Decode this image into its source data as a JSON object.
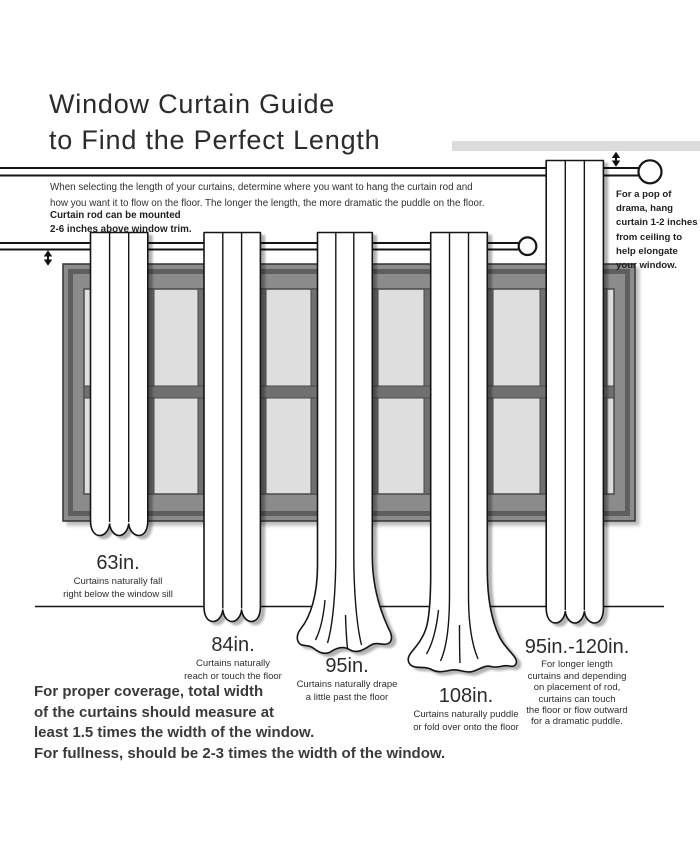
{
  "title": "Window Curtain Guide\nto Find the Perfect Length",
  "intro": "When selecting the length of your curtains, determine where you want to hang the curtain rod and\nhow you want it to flow on the floor. The longer the length, the more dramatic the puddle on the floor.",
  "rod_note": "Curtain rod can be mounted\n2-6 inches above window trim.",
  "ceiling_note": "For a pop of\ndrama, hang\ncurtain 1-2 inches\nfrom ceiling to\nhelp elongate\nyour window.",
  "footer_note": "For proper coverage, total width\nof the curtains should measure at\nleast 1.5 times the width of the window.\nFor fullness, should be 2-3 times the width of the window.",
  "curtains": [
    {
      "length": "63in.",
      "description": "Curtains naturally fall\nright below the window sill"
    },
    {
      "length": "84in.",
      "description": "Curtains naturally\nreach or touch the floor"
    },
    {
      "length": "95in.",
      "description": "Curtains naturally drape\na little past the floor"
    },
    {
      "length": "108in.",
      "description": "Curtains naturally puddle\nor fold over onto the floor"
    },
    {
      "length": "95in.-120in.",
      "description": "For longer length\ncurtains and depending\non placement of rod,\ncurtains can touch\nthe floor or flow outward\nfor a dramatic puddle."
    }
  ],
  "colors": {
    "line": "#151515",
    "curtain_fill": "#ffffff",
    "window_frame": "#8b8b8b",
    "window_frame_dark": "#5e5e5e",
    "mullion": "#707070",
    "glass": "#dedede",
    "ceiling_bar": "#dcdcdc",
    "text": "#2d2d2d"
  }
}
